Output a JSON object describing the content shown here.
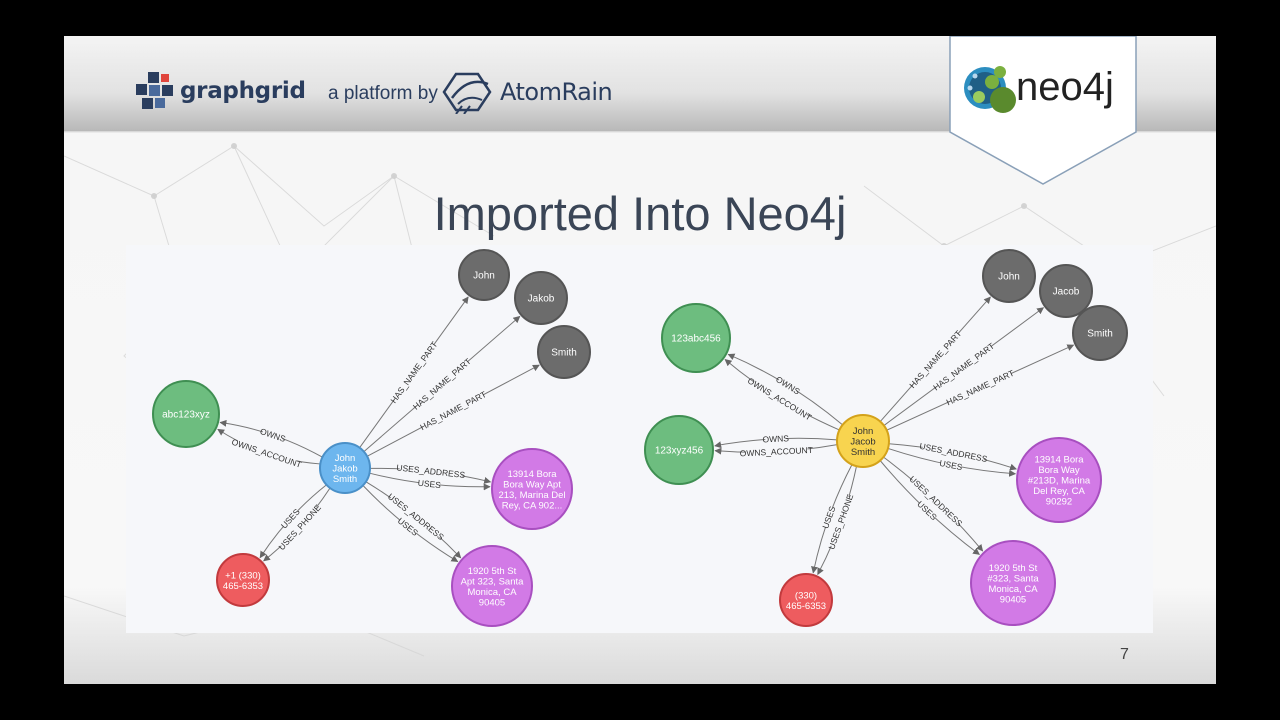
{
  "header": {
    "graphgrid_label": "graphgrid",
    "platform_label": "a platform by",
    "atomrain_label": "AtomRain",
    "neo4j_label": "neo4j"
  },
  "slide": {
    "title": "Imported Into Neo4j",
    "page_number": "7"
  },
  "colors": {
    "person_left": "#6db6ee",
    "person_right": "#f8d44f",
    "name_part": "#6c6c6c",
    "account": "#6dbd7f",
    "address": "#d27ae6",
    "phone": "#ee5c5f",
    "title_text": "#3a4556"
  },
  "graphs": [
    {
      "nodes": [
        {
          "id": "L_center",
          "type": "person",
          "lines": [
            "John",
            "Jakob",
            "Smith"
          ]
        },
        {
          "id": "L_john",
          "type": "name_part",
          "lines": [
            "John"
          ]
        },
        {
          "id": "L_jakob",
          "type": "name_part",
          "lines": [
            "Jakob"
          ]
        },
        {
          "id": "L_smith",
          "type": "name_part",
          "lines": [
            "Smith"
          ]
        },
        {
          "id": "L_acct",
          "type": "account",
          "lines": [
            "abc123xyz"
          ]
        },
        {
          "id": "L_addr1",
          "type": "address",
          "lines": [
            "13914 Bora",
            "Bora Way Apt",
            "213, Marina Del",
            "Rey, CA 902..."
          ]
        },
        {
          "id": "L_addr2",
          "type": "address",
          "lines": [
            "1920 5th St",
            "Apt 323, Santa",
            "Monica, CA",
            "90405"
          ]
        },
        {
          "id": "L_phone",
          "type": "phone",
          "lines": [
            "+1 (330)",
            "465-6353"
          ]
        }
      ],
      "edges": [
        {
          "label": "HAS_NAME_PART"
        },
        {
          "label": "HAS_NAME_PART"
        },
        {
          "label": "HAS_NAME_PART"
        },
        {
          "label": "OWNS_ACCOUNT"
        },
        {
          "label": "OWNS"
        },
        {
          "label": "USES_ADDRESS"
        },
        {
          "label": "USES"
        },
        {
          "label": "USES_ADDRESS"
        },
        {
          "label": "USES"
        },
        {
          "label": "USES_PHONE"
        },
        {
          "label": "USES"
        }
      ]
    },
    {
      "nodes": [
        {
          "id": "R_center",
          "type": "person",
          "lines": [
            "John",
            "Jacob",
            "Smith"
          ]
        },
        {
          "id": "R_john",
          "type": "name_part",
          "lines": [
            "John"
          ]
        },
        {
          "id": "R_jacob",
          "type": "name_part",
          "lines": [
            "Jacob"
          ]
        },
        {
          "id": "R_smith",
          "type": "name_part",
          "lines": [
            "Smith"
          ]
        },
        {
          "id": "R_acct1",
          "type": "account",
          "lines": [
            "123abc456"
          ]
        },
        {
          "id": "R_acct2",
          "type": "account",
          "lines": [
            "123xyz456"
          ]
        },
        {
          "id": "R_addr1",
          "type": "address",
          "lines": [
            "13914 Bora",
            "Bora Way",
            "#213D, Marina",
            "Del Rey, CA",
            "90292"
          ]
        },
        {
          "id": "R_addr2",
          "type": "address",
          "lines": [
            "1920 5th St",
            "#323, Santa",
            "Monica, CA",
            "90405"
          ]
        },
        {
          "id": "R_phone",
          "type": "phone",
          "lines": [
            "(330)",
            "465-6353"
          ]
        }
      ],
      "edges": [
        {
          "label": "HAS_NAME_PART"
        },
        {
          "label": "HAS_NAME_PART"
        },
        {
          "label": "HAS_NAME_PART"
        },
        {
          "label": "OWNS_ACCOUNT"
        },
        {
          "label": "OWNS"
        },
        {
          "label": "OWNS_ACCOUNT"
        },
        {
          "label": "OWNS"
        },
        {
          "label": "USES_ADDRESS"
        },
        {
          "label": "USES"
        },
        {
          "label": "USES_ADDRESS"
        },
        {
          "label": "USES"
        },
        {
          "label": "USES_PHONE"
        },
        {
          "label": "USES"
        }
      ]
    }
  ]
}
